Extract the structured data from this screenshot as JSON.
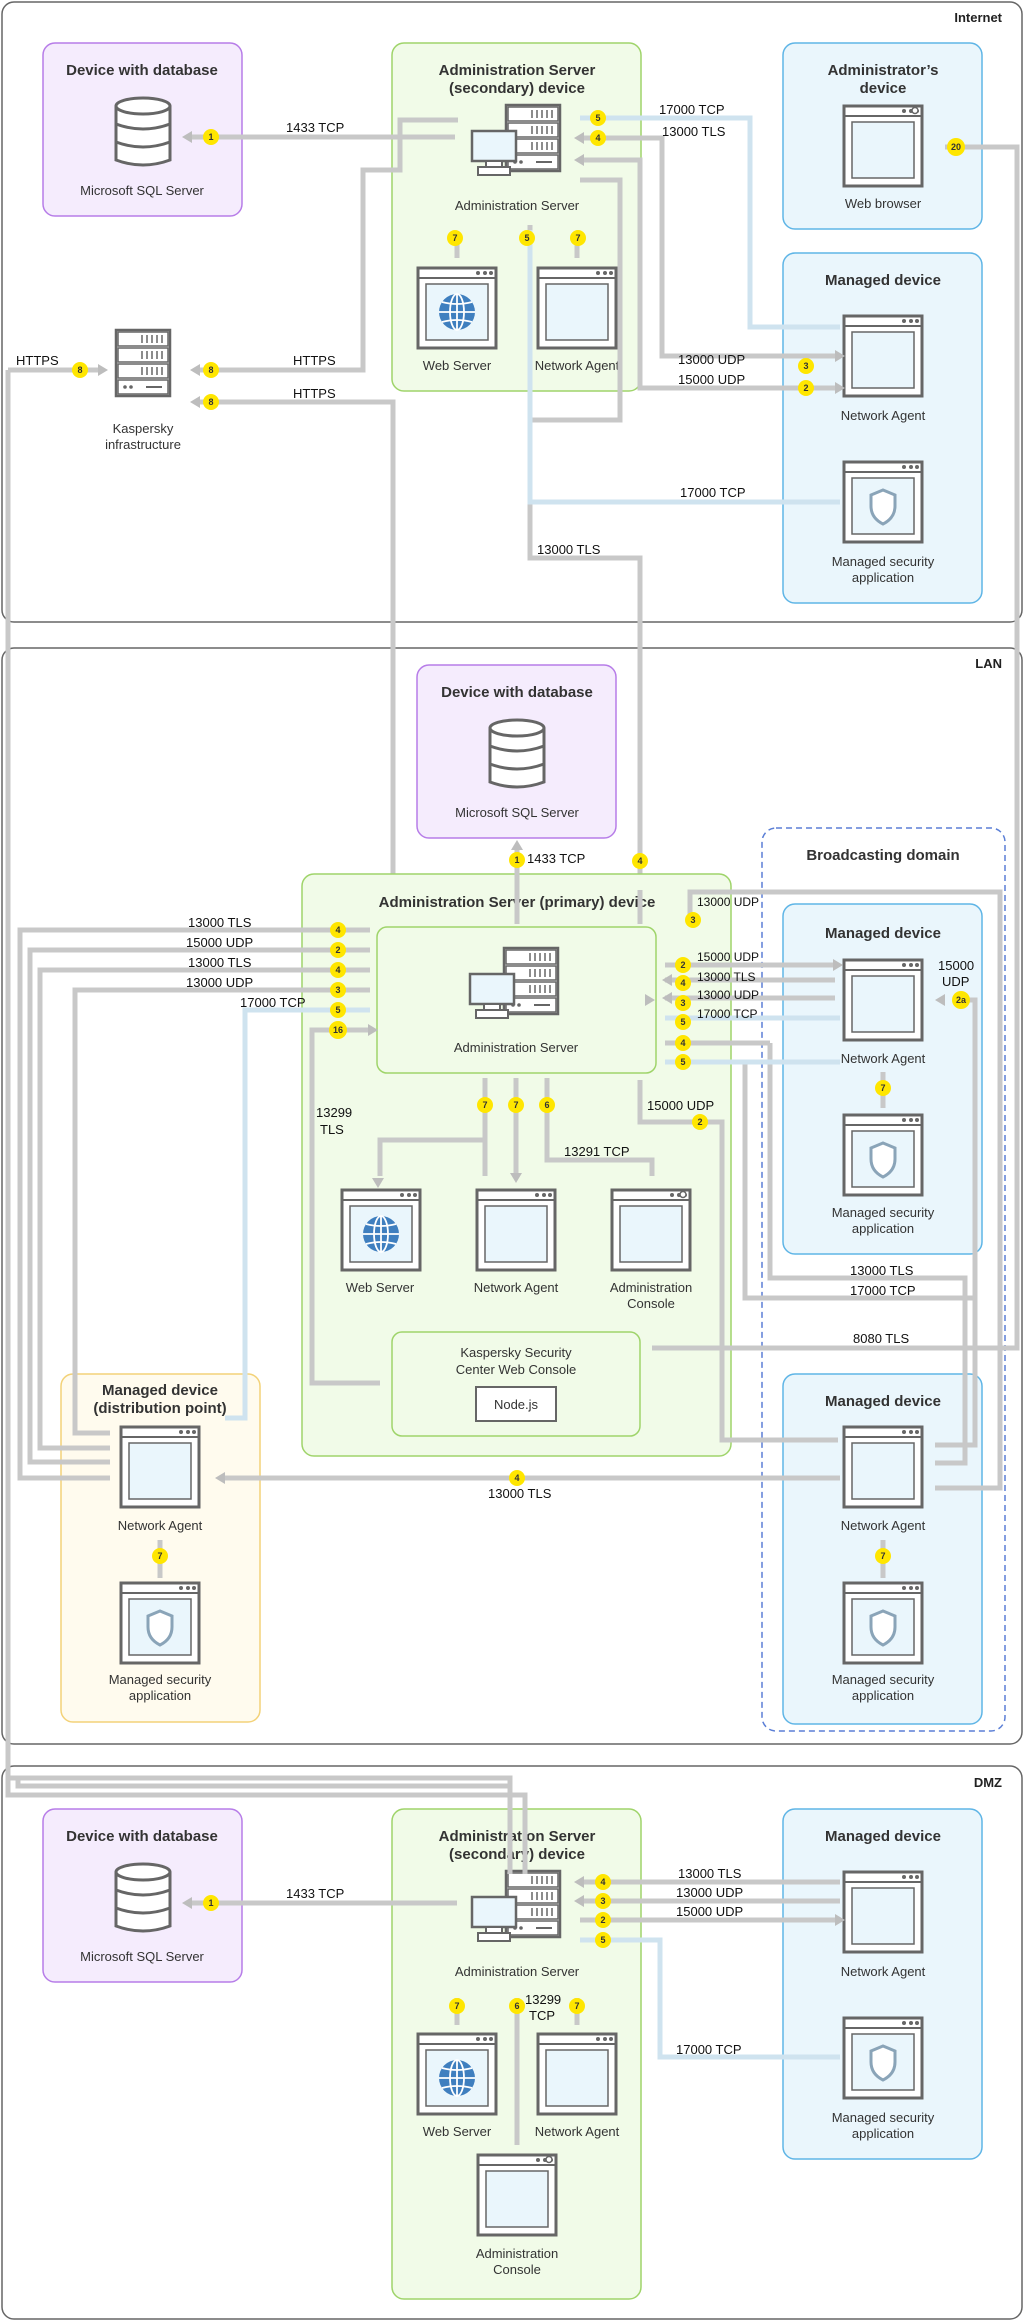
{
  "zones": {
    "internet": "Internet",
    "lan": "LAN",
    "dmz": "DMZ"
  },
  "colors": {
    "purple_fill": "#f5ecfd",
    "purple_stroke": "#b77de8",
    "green_fill": "#f1fbe8",
    "green_stroke": "#9fd46a",
    "blue_fill": "#eaf6fc",
    "blue_stroke": "#5fb5e6",
    "yellow_fill": "#fffbee",
    "yellow_stroke": "#f3d278",
    "badge": "#ffe600",
    "line_gray": "#c8c8c8",
    "line_blue": "#cfe3ef",
    "dashed": "#5b7fd6",
    "text": "#333333"
  },
  "internet": {
    "db_title": "Device with database",
    "sql": "Microsoft SQL Server",
    "sec_title_1": "Administration Server",
    "sec_title_2": "(secondary) device",
    "admin_server": "Administration Server",
    "web_server": "Web Server",
    "network_agent": "Network Agent",
    "admin_dev_title_1": "Administrator’s",
    "admin_dev_title_2": "device",
    "web_browser": "Web browser",
    "managed_title": "Managed device",
    "managed_app_1": "Managed security",
    "managed_app_2": "application",
    "ksi_1": "Kaspersky",
    "ksi_2": "infrastructure",
    "lbl_1433": "1433 TCP",
    "lbl_17000a": "17000 TCP",
    "lbl_13000tls": "13000 TLS",
    "lbl_https1": "HTTPS",
    "lbl_https2": "HTTPS",
    "lbl_https3": "HTTPS",
    "lbl_13000udp": "13000 UDP",
    "lbl_15000udp": "15000 UDP",
    "lbl_17000b": "17000 TCP",
    "lbl_13000tls_down": "13000 TLS"
  },
  "lan": {
    "db_title": "Device with database",
    "sql": "Microsoft SQL Server",
    "lbl_1433": "1433 TCP",
    "primary_title": "Administration Server (primary) device",
    "admin_server": "Administration Server",
    "bcast_title": "Broadcasting domain",
    "managed_title": "Managed device",
    "network_agent": "Network Agent",
    "managed_app_1": "Managed security",
    "managed_app_2": "application",
    "dp_title_1": "Managed device",
    "dp_title_2": "(distribution point)",
    "web_server": "Web Server",
    "admin_console_1": "Administration",
    "admin_console_2": "Console",
    "web_console_1": "Kaspersky Security",
    "web_console_2": "Center Web Console",
    "nodejs": "Node.js",
    "lbl_13000udp_top": "13000 UDP",
    "left_labels": [
      "13000 TLS",
      "15000 UDP",
      "13000 TLS",
      "13000 UDP",
      "17000 TCP"
    ],
    "right_labels": [
      "15000 UDP",
      "13000 TLS",
      "13000 UDP",
      "17000 TCP"
    ],
    "lbl_15000udp_2a_1": "15000",
    "lbl_15000udp_2a_2": "UDP",
    "lbl_13299_1": "13299",
    "lbl_13299_2": "TLS",
    "lbl_13291": "13291 TCP",
    "lbl_15000udp_down": "15000 UDP",
    "lbl_13000tls_r": "13000 TLS",
    "lbl_17000tcp_r": "17000 TCP",
    "lbl_8080": "8080 TLS",
    "lbl_13000tls_bottom": "13000 TLS"
  },
  "dmz": {
    "db_title": "Device with database",
    "sql": "Microsoft SQL Server",
    "lbl_1433": "1433 TCP",
    "sec_title_1": "Administration Server",
    "sec_title_2": "(secondary) device",
    "admin_server": "Administration Server",
    "web_server": "Web Server",
    "network_agent": "Network Agent",
    "admin_console_1": "Administration",
    "admin_console_2": "Console",
    "lbl_13299_1": "13299",
    "lbl_13299_2": "TCP",
    "managed_title": "Managed device",
    "managed_app_1": "Managed security",
    "managed_app_2": "application",
    "right_labels": [
      "13000 TLS",
      "13000 UDP",
      "15000 UDP"
    ],
    "lbl_17000": "17000 TCP"
  },
  "badges": {
    "b1": "1",
    "b2": "2",
    "b2a": "2a",
    "b3": "3",
    "b4": "4",
    "b5": "5",
    "b6": "6",
    "b7": "7",
    "b8": "8",
    "b16": "16",
    "b20": "20"
  }
}
